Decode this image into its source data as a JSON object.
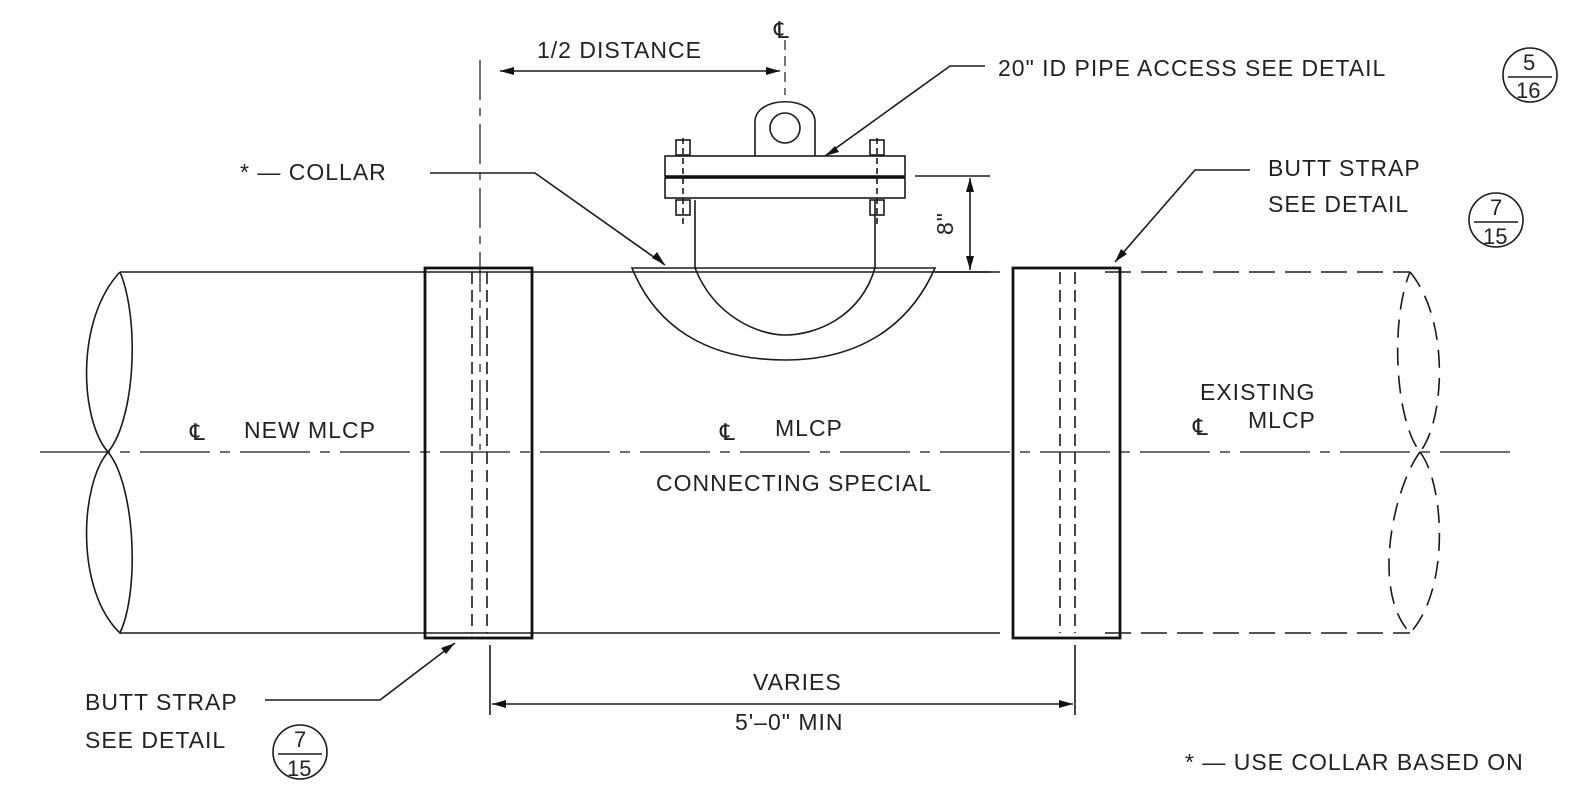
{
  "labels": {
    "half_distance": "1/2 DISTANCE",
    "pipe_access": "20\" ID PIPE ACCESS SEE DETAIL",
    "pipe_access_detail_top": "5",
    "pipe_access_detail_bottom": "16",
    "collar": "* — COLLAR",
    "butt_strap_right_line1": "BUTT STRAP",
    "butt_strap_right_line2": "SEE DETAIL",
    "butt_strap_right_detail_top": "7",
    "butt_strap_right_detail_bottom": "15",
    "height_dim": "8\"",
    "new_mlcp": "NEW MLCP",
    "mlcp": "MLCP",
    "connecting_special": "CONNECTING SPECIAL",
    "existing": "EXISTING",
    "existing_mlcp": "MLCP",
    "varies": "VARIES",
    "min_length": "5'–0\" MIN",
    "butt_strap_left_line1": "BUTT STRAP",
    "butt_strap_left_line2": "SEE DETAIL",
    "butt_strap_left_detail_top": "7",
    "butt_strap_left_detail_bottom": "15",
    "footnote": "* — USE COLLAR BASED ON",
    "centerline_symbol": "℄"
  }
}
